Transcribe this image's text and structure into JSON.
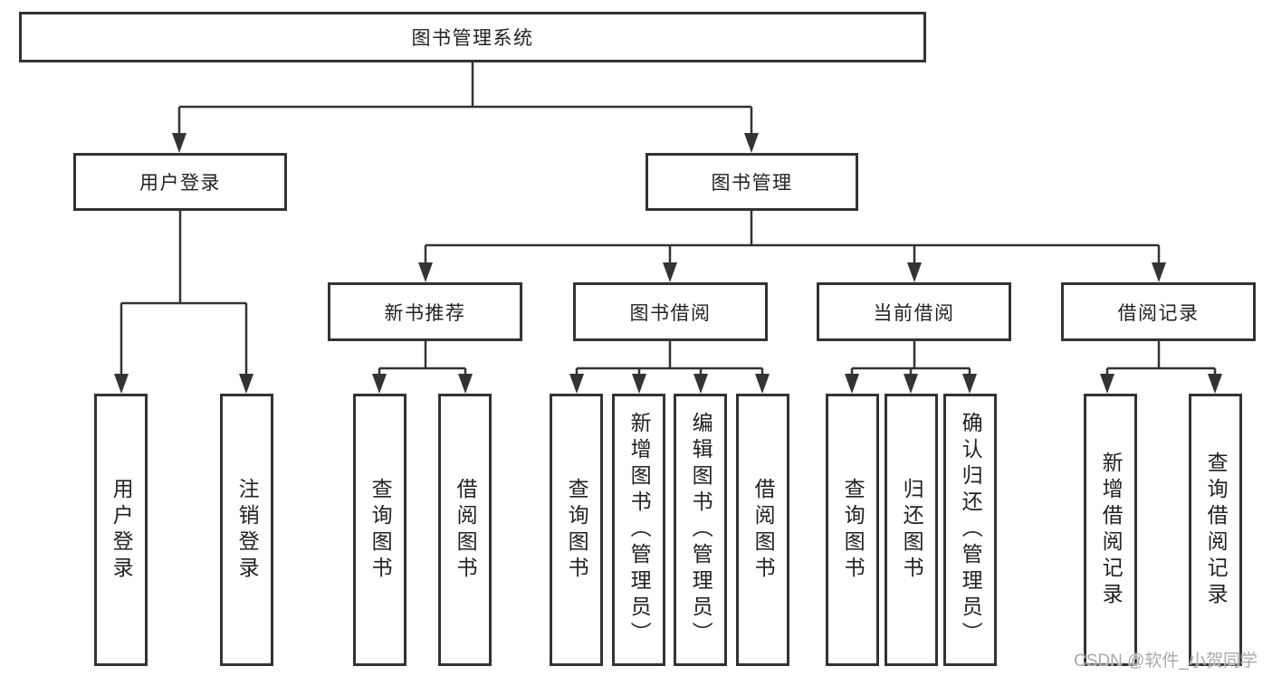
{
  "diagram": {
    "root": {
      "label": "图书管理系统"
    },
    "branches": [
      {
        "label": "用户登录",
        "children": [
          {
            "label": "用户登录"
          },
          {
            "label": "注销登录"
          }
        ]
      },
      {
        "label": "图书管理",
        "children": [
          {
            "label": "新书推荐",
            "children": [
              {
                "label": "查询图书"
              },
              {
                "label": "借阅图书"
              }
            ]
          },
          {
            "label": "图书借阅",
            "children": [
              {
                "label": "查询图书"
              },
              {
                "label": "新增图书（管理员）"
              },
              {
                "label": "编辑图书（管理员）"
              },
              {
                "label": "借阅图书"
              }
            ]
          },
          {
            "label": "当前借阅",
            "children": [
              {
                "label": "查询图书"
              },
              {
                "label": "归还图书"
              },
              {
                "label": "确认归还（管理员）"
              }
            ]
          },
          {
            "label": "借阅记录",
            "children": [
              {
                "label": "新增借阅记录"
              },
              {
                "label": "查询借阅记录"
              }
            ]
          }
        ]
      }
    ]
  },
  "watermark": {
    "text": "CSDN @软件_小贺同学"
  },
  "colors": {
    "line": "#333333",
    "box_border": "#333333",
    "text": "#222222",
    "watermark": "#a9a9a9",
    "background": "#ffffff"
  }
}
